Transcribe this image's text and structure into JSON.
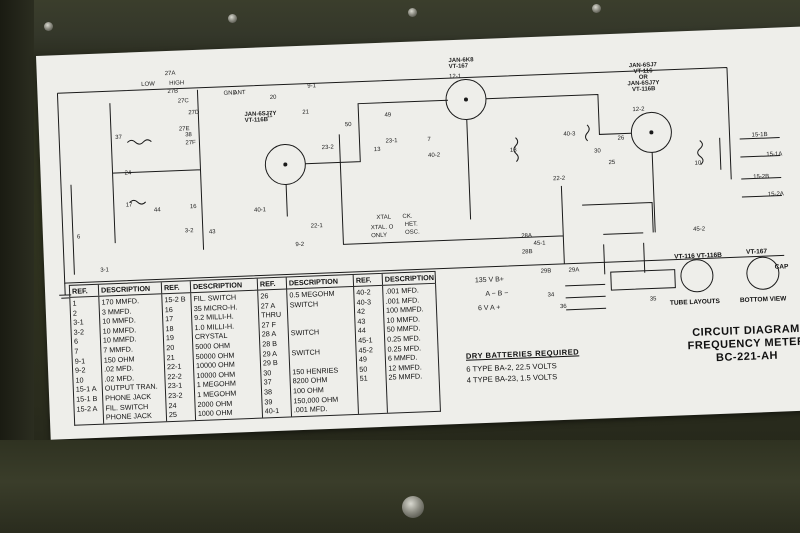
{
  "diagram": {
    "tube_labels": [
      {
        "id": "tube1",
        "lines": [
          "JAN-6SJ7Y",
          "VT-116B"
        ]
      },
      {
        "id": "tube2",
        "lines": [
          "JAN-6K8",
          "VT-167"
        ]
      },
      {
        "id": "tube3",
        "lines": [
          "JAN-6SJ7",
          "VT-116",
          "OR",
          "JAN-6SJ7Y",
          "VT-116B"
        ]
      }
    ],
    "component_labels": [
      "27A",
      "HIGH",
      "LOW",
      "27B",
      "27C",
      "27D",
      "27E",
      "27F",
      "37",
      "38",
      "24",
      "17",
      "44",
      "16",
      "3-2",
      "43",
      "9-2",
      "22-1",
      "40-1",
      "11",
      "GND",
      "ANT",
      "20",
      "9-1",
      "21",
      "23-2",
      "50",
      "49",
      "23-1",
      "13",
      "7",
      "40-2",
      "12-1",
      "18",
      "40-3",
      "30",
      "26",
      "12-2",
      "25",
      "22-2",
      "10",
      "15-1B",
      "15-1A",
      "15-2B",
      "15-2A",
      "45-2",
      "45-1",
      "28A",
      "28B",
      "29B",
      "29A",
      "34",
      "36",
      "35",
      "6",
      "3-1",
      "XTAL",
      "CK.",
      "XTAL. O",
      "ONLY",
      "HET.",
      "OSC."
    ],
    "battery_terminals": [
      "135 V  B+",
      "A − B −",
      "6 V  A +"
    ],
    "tube_layouts": {
      "left": "VT-116  VT-116B",
      "right": "VT-167",
      "caption_left": "TUBE LAYOUTS",
      "caption_right": "BOTTOM VIEW",
      "cap": "CAP"
    }
  },
  "parts_table": {
    "headers": [
      "REF.",
      "DESCRIPTION",
      "REF.",
      "DESCRIPTION",
      "REF.",
      "DESCRIPTION",
      "REF.",
      "DESCRIPTION"
    ],
    "columns": [
      {
        "refs": [
          "1",
          "2",
          "3-1",
          "3-2",
          "6",
          "7",
          "9-1",
          "9-2",
          "10",
          "15-1 A",
          "15-1 B",
          "15-2 A"
        ],
        "descs": [
          "170 MMFD.",
          "3 MMFD.",
          "10 MMFD.",
          "10 MMFD.",
          "10 MMFD.",
          "7 MMFD.",
          "150 OHM",
          ".02 MFD.",
          ".02 MFD.",
          "OUTPUT TRAN.",
          "PHONE JACK",
          "FIL. SWITCH",
          "PHONE JACK"
        ]
      },
      {
        "refs": [
          "15-2 B",
          "16",
          "17",
          "18",
          "19",
          "20",
          "21",
          "22-1",
          "22-2",
          "23-1",
          "23-2",
          "24",
          "25"
        ],
        "descs": [
          "FIL. SWITCH",
          "35 MICRO-H.",
          "9.2 MILLI-H.",
          "1.0 MILLI-H.",
          "CRYSTAL",
          "5000 OHM",
          "50000 OHM",
          "10000 OHM",
          "10000 OHM",
          "1 MEGOHM",
          "1 MEGOHM",
          "2000 OHM",
          "1000 OHM"
        ]
      },
      {
        "refs": [
          "26",
          "27 A",
          "THRU",
          "27 F",
          "28 A",
          "28 B",
          "29 A",
          "29 B",
          "30",
          "37",
          "38",
          "39",
          "40-1"
        ],
        "descs": [
          "0.5 MEGOHM",
          "SWITCH",
          "",
          "",
          "SWITCH",
          "",
          "SWITCH",
          "",
          "150 HENRIES",
          "8200 OHM",
          "100 OHM",
          "150,000 OHM",
          ".001 MFD."
        ]
      },
      {
        "refs": [
          "40-2",
          "40-3",
          "42",
          "43",
          "44",
          "45-1",
          "45-2",
          "49",
          "50",
          "51"
        ],
        "descs": [
          ".001 MFD.",
          ".001 MFD.",
          "100 MMFD.",
          "10 MMFD.",
          "50 MMFD.",
          "0.25 MFD.",
          "0.25 MFD.",
          "6 MMFD.",
          "12 MMFD.",
          "25 MMFD."
        ]
      }
    ]
  },
  "batteries": {
    "title": "DRY BATTERIES REQUIRED",
    "line1": "6 TYPE BA-2,  22.5 VOLTS",
    "line2": "4 TYPE BA-23,  1.5 VOLTS"
  },
  "title": {
    "line1": "CIRCUIT DIAGRAM",
    "line2": "FREQUENCY METER",
    "line3": "BC-221-AH"
  }
}
